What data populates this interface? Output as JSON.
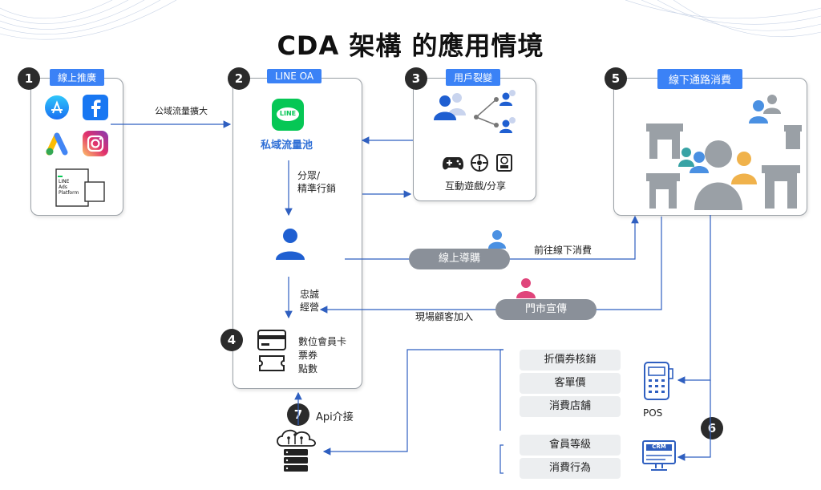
{
  "title": "CDA 架構 的應用情境",
  "sections": {
    "s1": {
      "num": "1",
      "tag": "線上推廣"
    },
    "s2": {
      "num": "2",
      "tag": "LINE OA",
      "private_pool": "私域流量池"
    },
    "s3": {
      "num": "3",
      "tag": "用戶裂變",
      "interact": "互動遊戲/分享"
    },
    "s4": {
      "num": "4",
      "members": [
        "數位會員卡",
        "票券",
        "點數"
      ]
    },
    "s5": {
      "num": "5",
      "tag": "線下通路消費"
    },
    "s6": {
      "num": "6"
    },
    "s7": {
      "num": "7",
      "label": "Api介接"
    }
  },
  "logos": {
    "line_ads": [
      "LINE",
      "Ads",
      "Platform"
    ],
    "line_badge": "LINE",
    "crm": "CRM",
    "pos": "POS"
  },
  "flow_labels": {
    "public_expand": "公域流量擴大",
    "segment_1": "分眾/",
    "segment_2": "精準行銷",
    "loyal_1": "忠誠",
    "loyal_2": "經營",
    "go_offline": "前往線下消費",
    "onsite_join": "現場顧客加入"
  },
  "pills": {
    "online_guide": "線上導購",
    "store_promo": "門市宣傳"
  },
  "data_fields": {
    "pos_fields": [
      "折價券核銷",
      "客單價",
      "消費店舖"
    ],
    "crm_fields": [
      "會員等級",
      "消費行為"
    ]
  },
  "colors": {
    "accent_blue": "#2f6fd6",
    "tag_blue": "#3b82f6",
    "line_green": "#06c755",
    "gray_pill": "#8a9099",
    "pink": "#e0457b"
  }
}
